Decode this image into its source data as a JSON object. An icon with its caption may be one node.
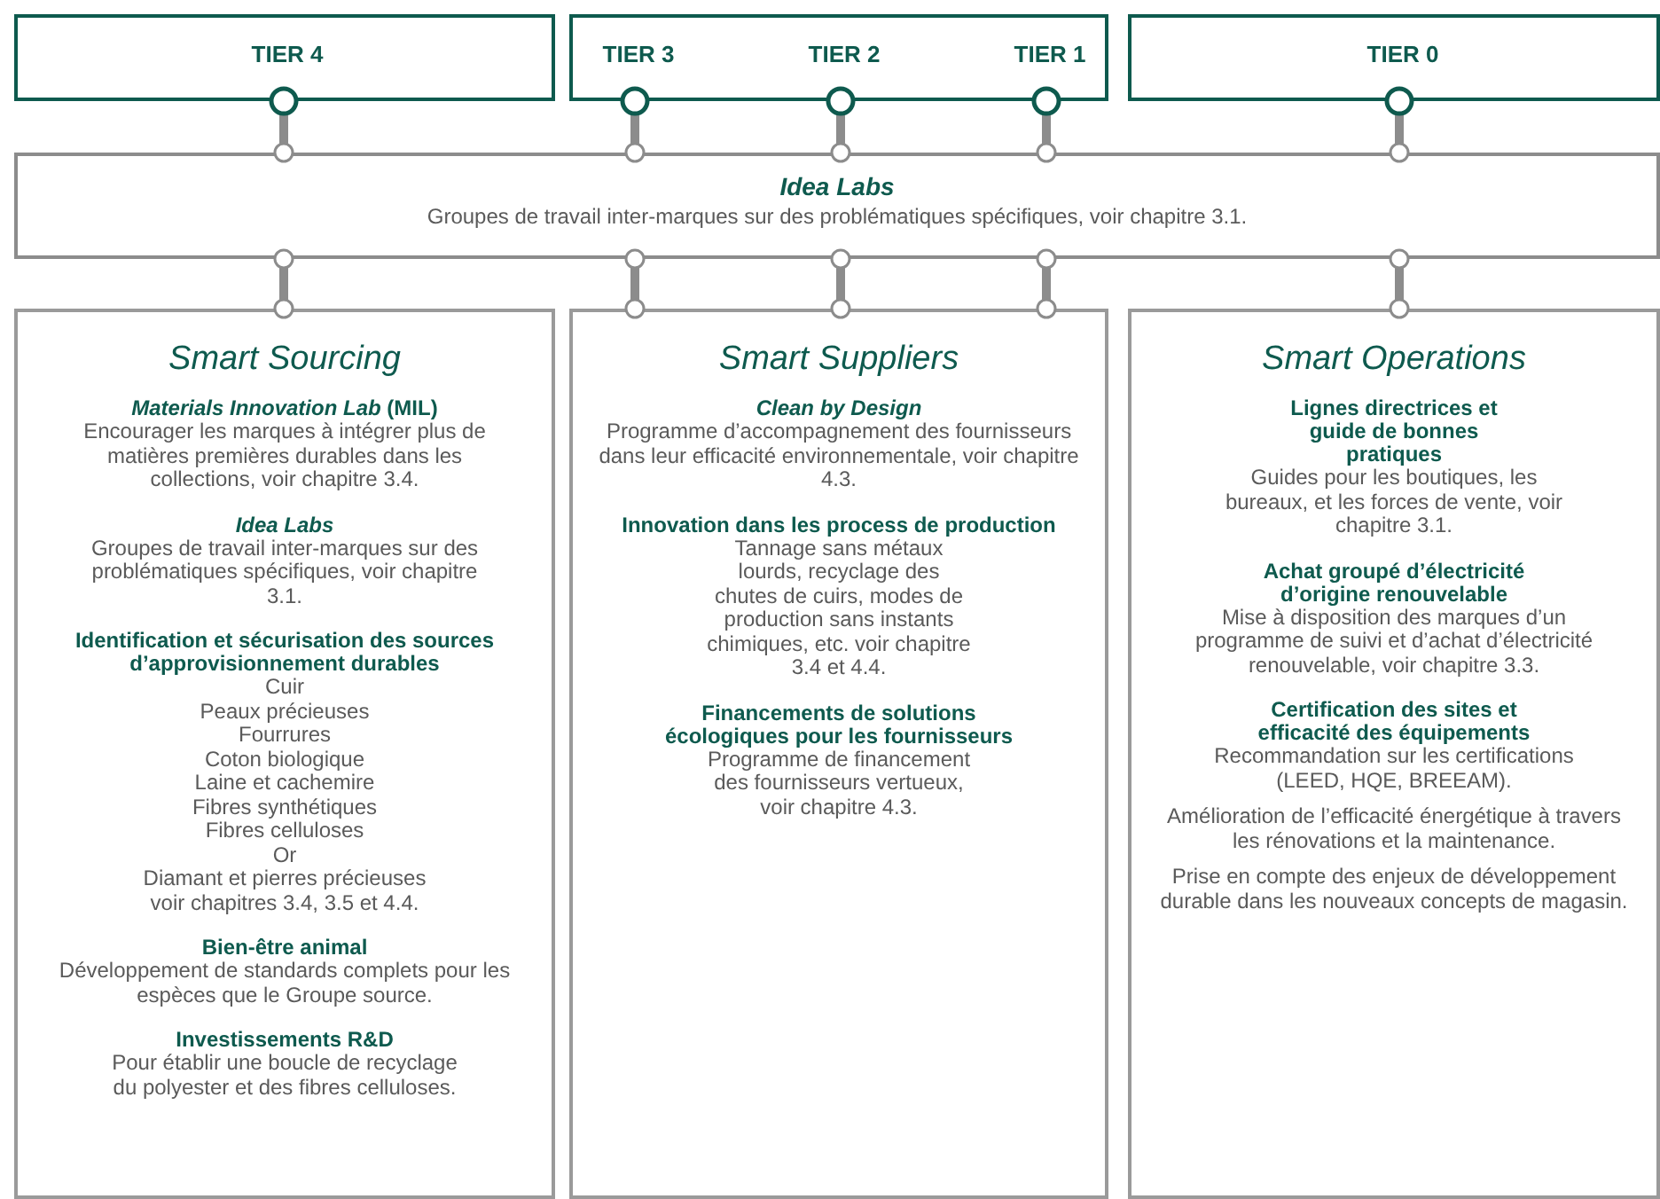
{
  "diagram": {
    "nodes": [
      {
        "text": [
          "TIER 4"
        ]
      },
      {
        "text": [
          "TIER 3",
          "TIER 2",
          "TIER 1"
        ]
      },
      {
        "text": [
          "TIER 0"
        ]
      },
      {
        "text": [
          "Idea Labs",
          "Groupes de travail inter-marques sur des problématiques spécifiques, voir chapitre 3.1."
        ]
      },
      {
        "text": [
          "Smart Sourcing",
          "*Materials Innovation Lab* (MIL)",
          "Encourager les marques à intégrer plus de matières premières durables dans les collections, voir chapitre 3.4.",
          "Idea Labs",
          "Groupes de travail inter-marques sur des problématiques spécifiques, voir chapitre 3.1.",
          "Identification et sécurisation des sources d’approvisionnement durables",
          "Cuir",
          "Peaux précieuses",
          "Fourrures",
          "Coton biologique",
          "Laine et cachemire",
          "Fibres synthétiques",
          "Fibres celluloses",
          "Or",
          "Diamant et pierres précieuses",
          "voir chapitres 3.4, 3.5 et 4.4.",
          "Bien-être animal",
          "Développement de standards complets pour les espèces que le Groupe source.",
          "Investissements R&D",
          "Pour établir une boucle de recyclage du polyester et des fibres celluloses."
        ]
      },
      {
        "text": [
          "Smart Suppliers",
          "Clean by Design",
          "Programme d’accompagnement des fournisseurs dans leur efficacité environnementale, voir chapitre 4.3.",
          "Innovation dans les process de production",
          "Tannage sans métaux lourds, recyclage des chutes de cuirs, modes de production sans instants chimiques, etc. voir chapitre 3.4 et 4.4.",
          "Financements de solutions écologiques pour les fournisseurs",
          "Programme de financement des fournisseurs vertueux, voir chapitre 4.3."
        ]
      },
      {
        "text": [
          "Smart Operations",
          "Lignes directrices et guide de bonnes pratiques",
          "Guides pour les boutiques, les bureaux, et les forces de vente, voir chapitre 3.1.",
          "Achat groupé d’électricité d’origine renouvelable",
          "Mise à disposition des marques d’un programme de suivi et d’achat d’électricité renouvelable, voir chapitre 3.3.",
          "Certification des sites et efficacité des équipements",
          "Recommandation sur les certifications (LEED, HQE, BREEAM).",
          "Amélioration de l’efficacité énergétique à travers les rénovations et la maintenance.",
          "Prise en compte des enjeux de développement durable dans les nouveaux concepts de magasin."
        ]
      }
    ],
    "edges": [
      {
        "from": 0,
        "to": 3,
        "arrow": "other"
      },
      {
        "from": 1,
        "to": 3,
        "arrow": "other"
      },
      {
        "from": 1,
        "to": 3,
        "arrow": "other"
      },
      {
        "from": 1,
        "to": 3,
        "arrow": "other"
      },
      {
        "from": 2,
        "to": 3,
        "arrow": "other"
      },
      {
        "from": 3,
        "to": 4,
        "arrow": "other"
      },
      {
        "from": 3,
        "to": 5,
        "arrow": "other"
      },
      {
        "from": 3,
        "to": 5,
        "arrow": "other"
      },
      {
        "from": 3,
        "to": 5,
        "arrow": "other"
      },
      {
        "from": 3,
        "to": 6,
        "arrow": "other"
      }
    ]
  }
}
